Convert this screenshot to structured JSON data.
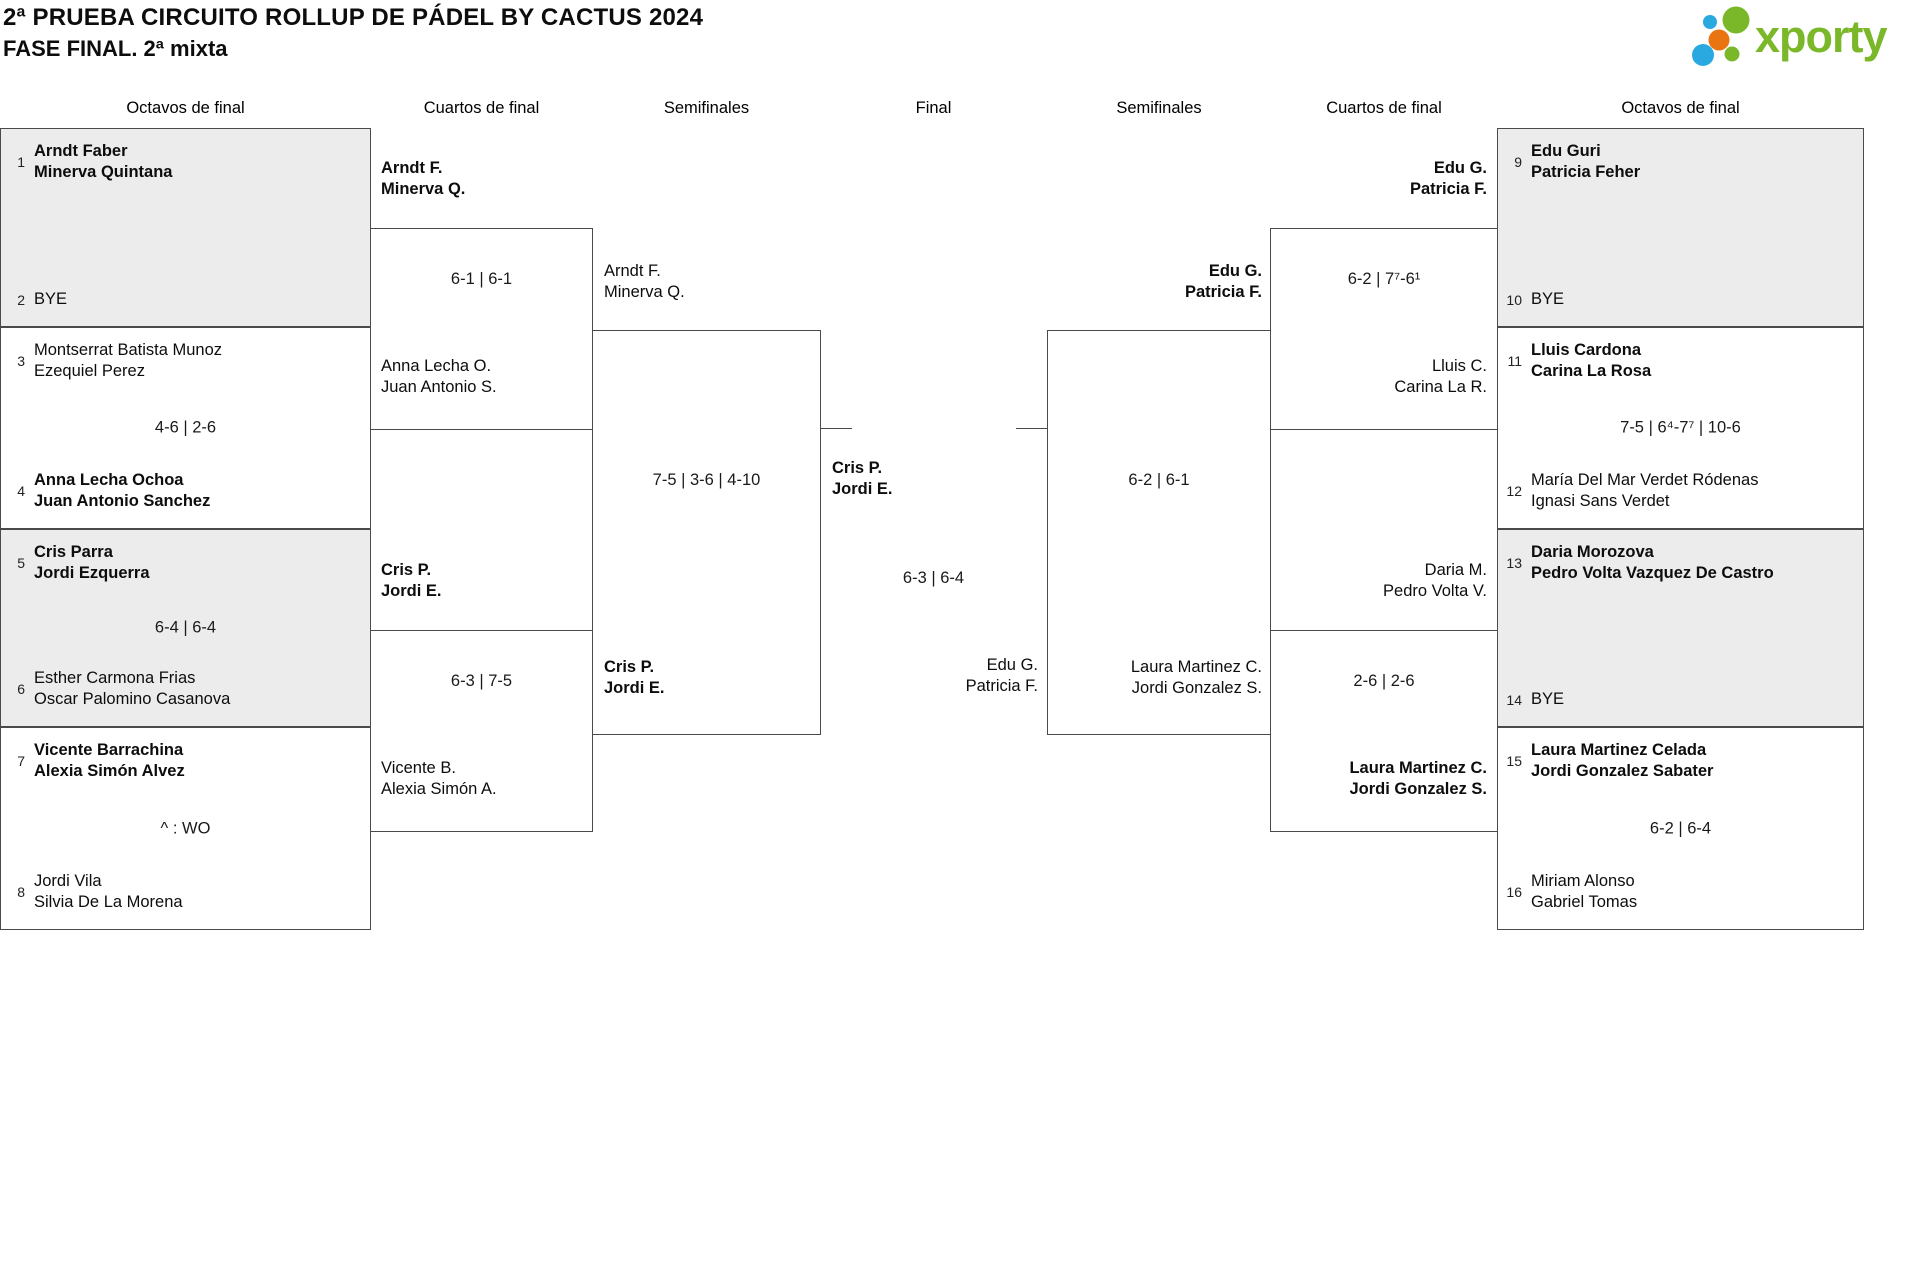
{
  "title": {
    "line1": "2ª PRUEBA CIRCUITO ROLLUP DE PÁDEL BY CACTUS 2024",
    "line2": "FASE FINAL. 2ª mixta"
  },
  "logo": {
    "text": "xporty"
  },
  "rounds": {
    "r16": "Octavos de final",
    "qf": "Cuartos de final",
    "sf": "Semifinales",
    "final": "Final"
  },
  "left": {
    "r16": [
      {
        "seed_top": "1",
        "team_top": "Arndt Faber\nMinerva Quintana",
        "score": "",
        "seed_bottom": "2",
        "team_bottom": "BYE"
      },
      {
        "seed_top": "3",
        "team_top": "Montserrat Batista Munoz\nEzequiel Perez",
        "score": "4-6 | 2-6",
        "seed_bottom": "4",
        "team_bottom": "Anna Lecha Ochoa\nJuan Antonio Sanchez"
      },
      {
        "seed_top": "5",
        "team_top": "Cris Parra\nJordi Ezquerra",
        "score": "6-4 | 6-4",
        "seed_bottom": "6",
        "team_bottom": "Esther Carmona Frias\nOscar Palomino Casanova"
      },
      {
        "seed_top": "7",
        "team_top": "Vicente Barrachina\nAlexia Simón Alvez",
        "score": "^ : WO",
        "seed_bottom": "8",
        "team_bottom": "Jordi Vila\nSilvia De La Morena"
      }
    ],
    "qf": [
      {
        "team_top": "Arndt F.\nMinerva Q.",
        "score": "6-1 | 6-1",
        "team_bottom": "Anna Lecha O.\nJuan Antonio S."
      },
      {
        "team_top": "Cris P.\nJordi E.",
        "score": "6-3 | 7-5",
        "team_bottom": "Vicente B.\nAlexia Simón A."
      }
    ],
    "sf": {
      "team_top": "Arndt F.\nMinerva Q.",
      "score": "7-5 | 3-6 | 4-10",
      "team_bottom": "Cris P.\nJordi E."
    }
  },
  "final": {
    "team_left": "Cris P.\nJordi E.",
    "score": "6-3 | 6-4",
    "team_right": "Edu G.\nPatricia F."
  },
  "right": {
    "sf": {
      "team_top": "Edu G.\nPatricia F.",
      "score": "6-2 | 6-1",
      "team_bottom": "Laura Martinez C.\nJordi Gonzalez S."
    },
    "qf": [
      {
        "team_top": "Edu G.\nPatricia F.",
        "score": "6-2 | 7⁷-6¹",
        "team_bottom": "Lluis C.\nCarina La R."
      },
      {
        "team_top": "Daria M.\nPedro Volta V.",
        "score": "2-6 | 2-6",
        "team_bottom": "Laura Martinez C.\nJordi Gonzalez S."
      }
    ],
    "r16": [
      {
        "seed_top": "9",
        "team_top": "Edu Guri\nPatricia Feher",
        "score": "",
        "seed_bottom": "10",
        "team_bottom": "BYE"
      },
      {
        "seed_top": "11",
        "team_top": "Lluis Cardona\nCarina La Rosa",
        "score": "7-5 | 6⁴-7⁷ | 10-6",
        "seed_bottom": "12",
        "team_bottom": "María Del Mar Verdet Ródenas\nIgnasi Sans Verdet"
      },
      {
        "seed_top": "13",
        "team_top": "Daria Morozova\nPedro Volta Vazquez De Castro",
        "score": "",
        "seed_bottom": "14",
        "team_bottom": "BYE"
      },
      {
        "seed_top": "15",
        "team_top": "Laura Martinez Celada\nJordi Gonzalez Sabater",
        "score": "6-2 | 6-4",
        "seed_bottom": "16",
        "team_bottom": "Miriam Alonso\nGabriel Tomas"
      }
    ]
  },
  "colors": {
    "logo_green": "#7ab82a",
    "dot_blue": "#2aa9e0",
    "dot_orange": "#e87511",
    "match_shaded_bg": "#ececec",
    "border": "#4a4a4a"
  }
}
